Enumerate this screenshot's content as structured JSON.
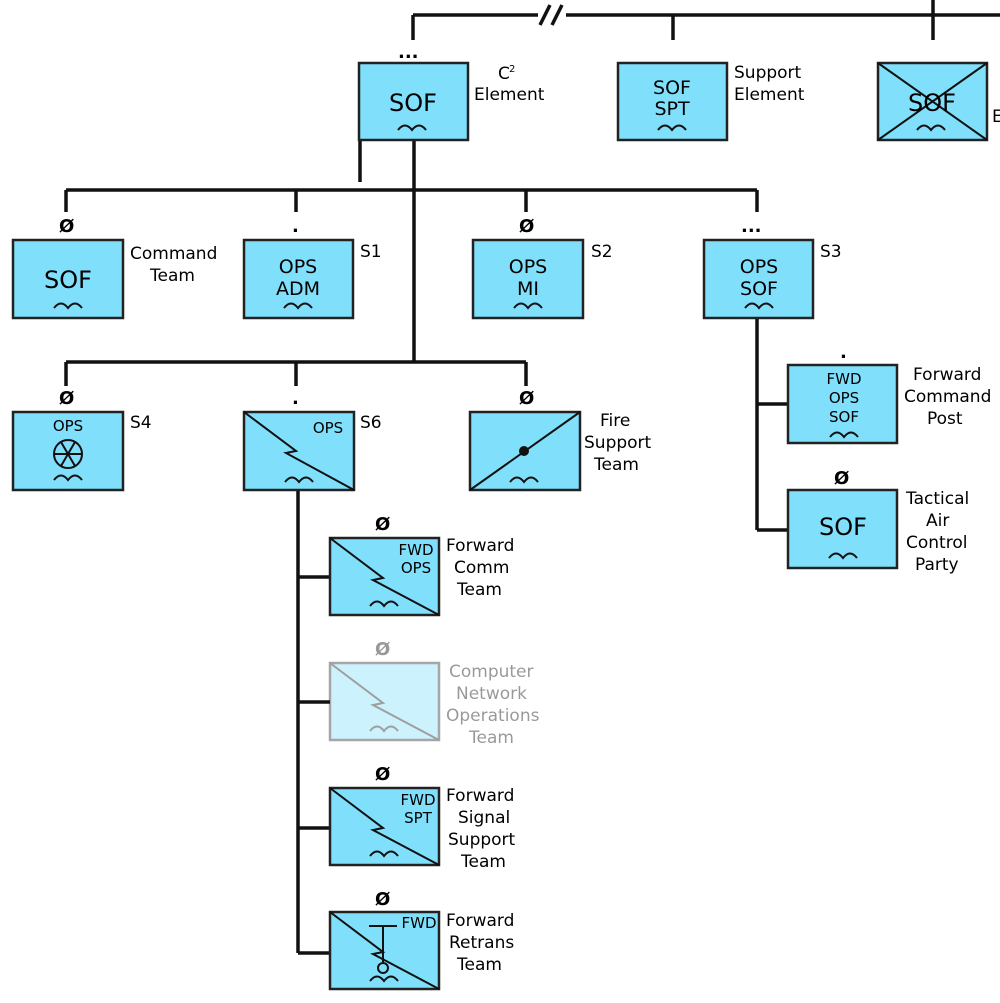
{
  "units": {
    "c2": {
      "text": "SOF",
      "label1": "C",
      "label_sup": "2",
      "label2": "Element",
      "echelon": "..."
    },
    "support": {
      "line1": "SOF",
      "line2": "SPT",
      "label1": "Support",
      "label2": "Element"
    },
    "crossed": {
      "text": "SOF",
      "label": "E"
    },
    "command_team": {
      "text": "SOF",
      "label1": "Command",
      "label2": "Team",
      "echelon": "Ø"
    },
    "s1": {
      "line1": "OPS",
      "line2": "ADM",
      "label": "S1",
      "echelon": "."
    },
    "s2": {
      "line1": "OPS",
      "line2": "MI",
      "label": "S2",
      "echelon": "Ø"
    },
    "s3": {
      "line1": "OPS",
      "line2": "SOF",
      "label": "S3",
      "echelon": "..."
    },
    "fcp": {
      "line1": "FWD",
      "line2": "OPS",
      "line3": "SOF",
      "label1": "Forward",
      "label2": "Command",
      "label3": "Post",
      "echelon": "."
    },
    "tacp": {
      "text": "SOF",
      "label1": "Tactical",
      "label2": "Air",
      "label3": "Control",
      "label4": "Party",
      "echelon": "Ø"
    },
    "s4": {
      "text": "OPS",
      "label": "S4",
      "echelon": "Ø"
    },
    "s6": {
      "text": "OPS",
      "label": "S6",
      "echelon": "."
    },
    "fire": {
      "label1": "Fire",
      "label2": "Support",
      "label3": "Team",
      "echelon": "Ø"
    },
    "fct": {
      "line1": "FWD",
      "line2": "OPS",
      "label1": "Forward",
      "label2": "Comm",
      "label3": "Team",
      "echelon": "Ø"
    },
    "cnot": {
      "label1": "Computer",
      "label2": "Network",
      "label3": "Operations",
      "label4": "Team",
      "echelon": "Ø"
    },
    "fsst": {
      "line1": "FWD",
      "line2": "SPT",
      "label1": "Forward",
      "label2": "Signal",
      "label3": "Support",
      "label4": "Team",
      "echelon": "Ø"
    },
    "frt": {
      "line1": "FWD",
      "label1": "Forward",
      "label2": "Retrans",
      "label3": "Team",
      "echelon": "Ø"
    }
  },
  "colors": {
    "unit_fill": "#80dffb",
    "line": "#111111"
  }
}
